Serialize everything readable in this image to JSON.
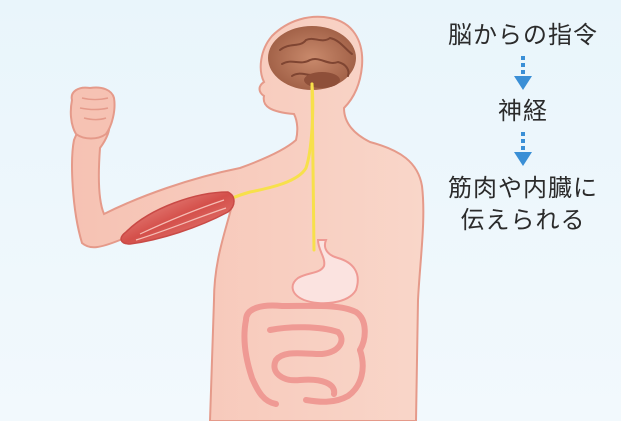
{
  "flow": {
    "step1": "脳からの指令",
    "step2": "神経",
    "step3_line1": "筋肉や内臓に",
    "step3_line2": "伝えられる",
    "arrow_icon": "dotted-down-arrow-icon"
  },
  "colors": {
    "background": "#eaf6fb",
    "skin": "#f8cdbf",
    "skin_outline": "#e59a8a",
    "brain": "#b7745a",
    "nerve": "#f7e04b",
    "muscle": "#d9554f",
    "intestine": "#ef9a94",
    "arrow": "#3a8fd6",
    "text": "#2b2b2b"
  }
}
